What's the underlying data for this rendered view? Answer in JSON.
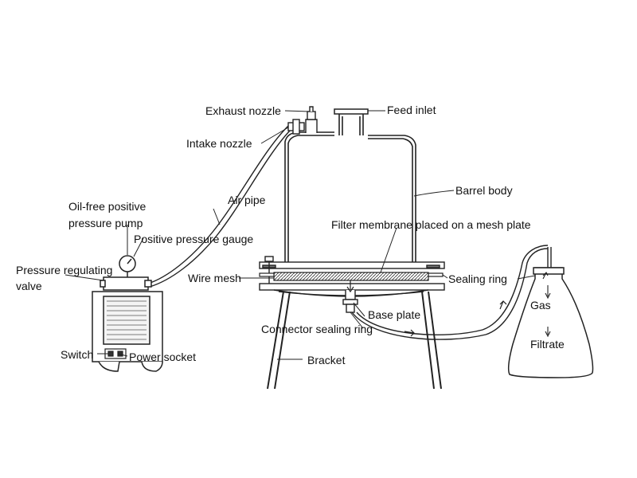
{
  "labels": {
    "exhaust_nozzle": "Exhaust nozzle",
    "feed_inlet": "Feed inlet",
    "intake_nozzle": "Intake nozzle",
    "barrel_body": "Barrel body",
    "air_pipe": "Air pipe",
    "pump_line1": "Oil-free positive",
    "pump_line2": "pressure pump",
    "filter_membrane": "Filter membrane placed on a mesh plate",
    "pressure_gauge": "Positive pressure gauge",
    "regulating_line1": "Pressure regulating",
    "regulating_line2": "valve",
    "wire_mesh": "Wire mesh",
    "sealing_ring": "Sealing ring",
    "gas": "Gas",
    "base_plate": "Base plate",
    "connector_sealing_ring": "Connector sealing ring",
    "filtrate": "Filtrate",
    "switch": "Switch",
    "power_socket": "Power socket",
    "bracket": "Bracket"
  }
}
